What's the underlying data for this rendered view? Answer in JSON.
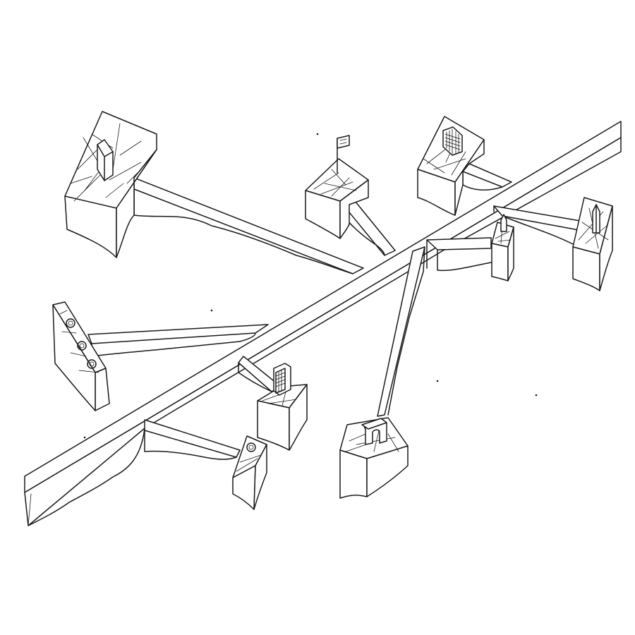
{
  "drawing": {
    "ink_color": "#1a1a1a",
    "paper_color": "#ffffff",
    "elements": [
      "main-trench",
      "branch-trench",
      "rock-block",
      "slab-monument",
      "flag-marker",
      "grid-tower",
      "obelisk",
      "spiral-medallions",
      "grid-door-panel",
      "gate-arch"
    ]
  }
}
